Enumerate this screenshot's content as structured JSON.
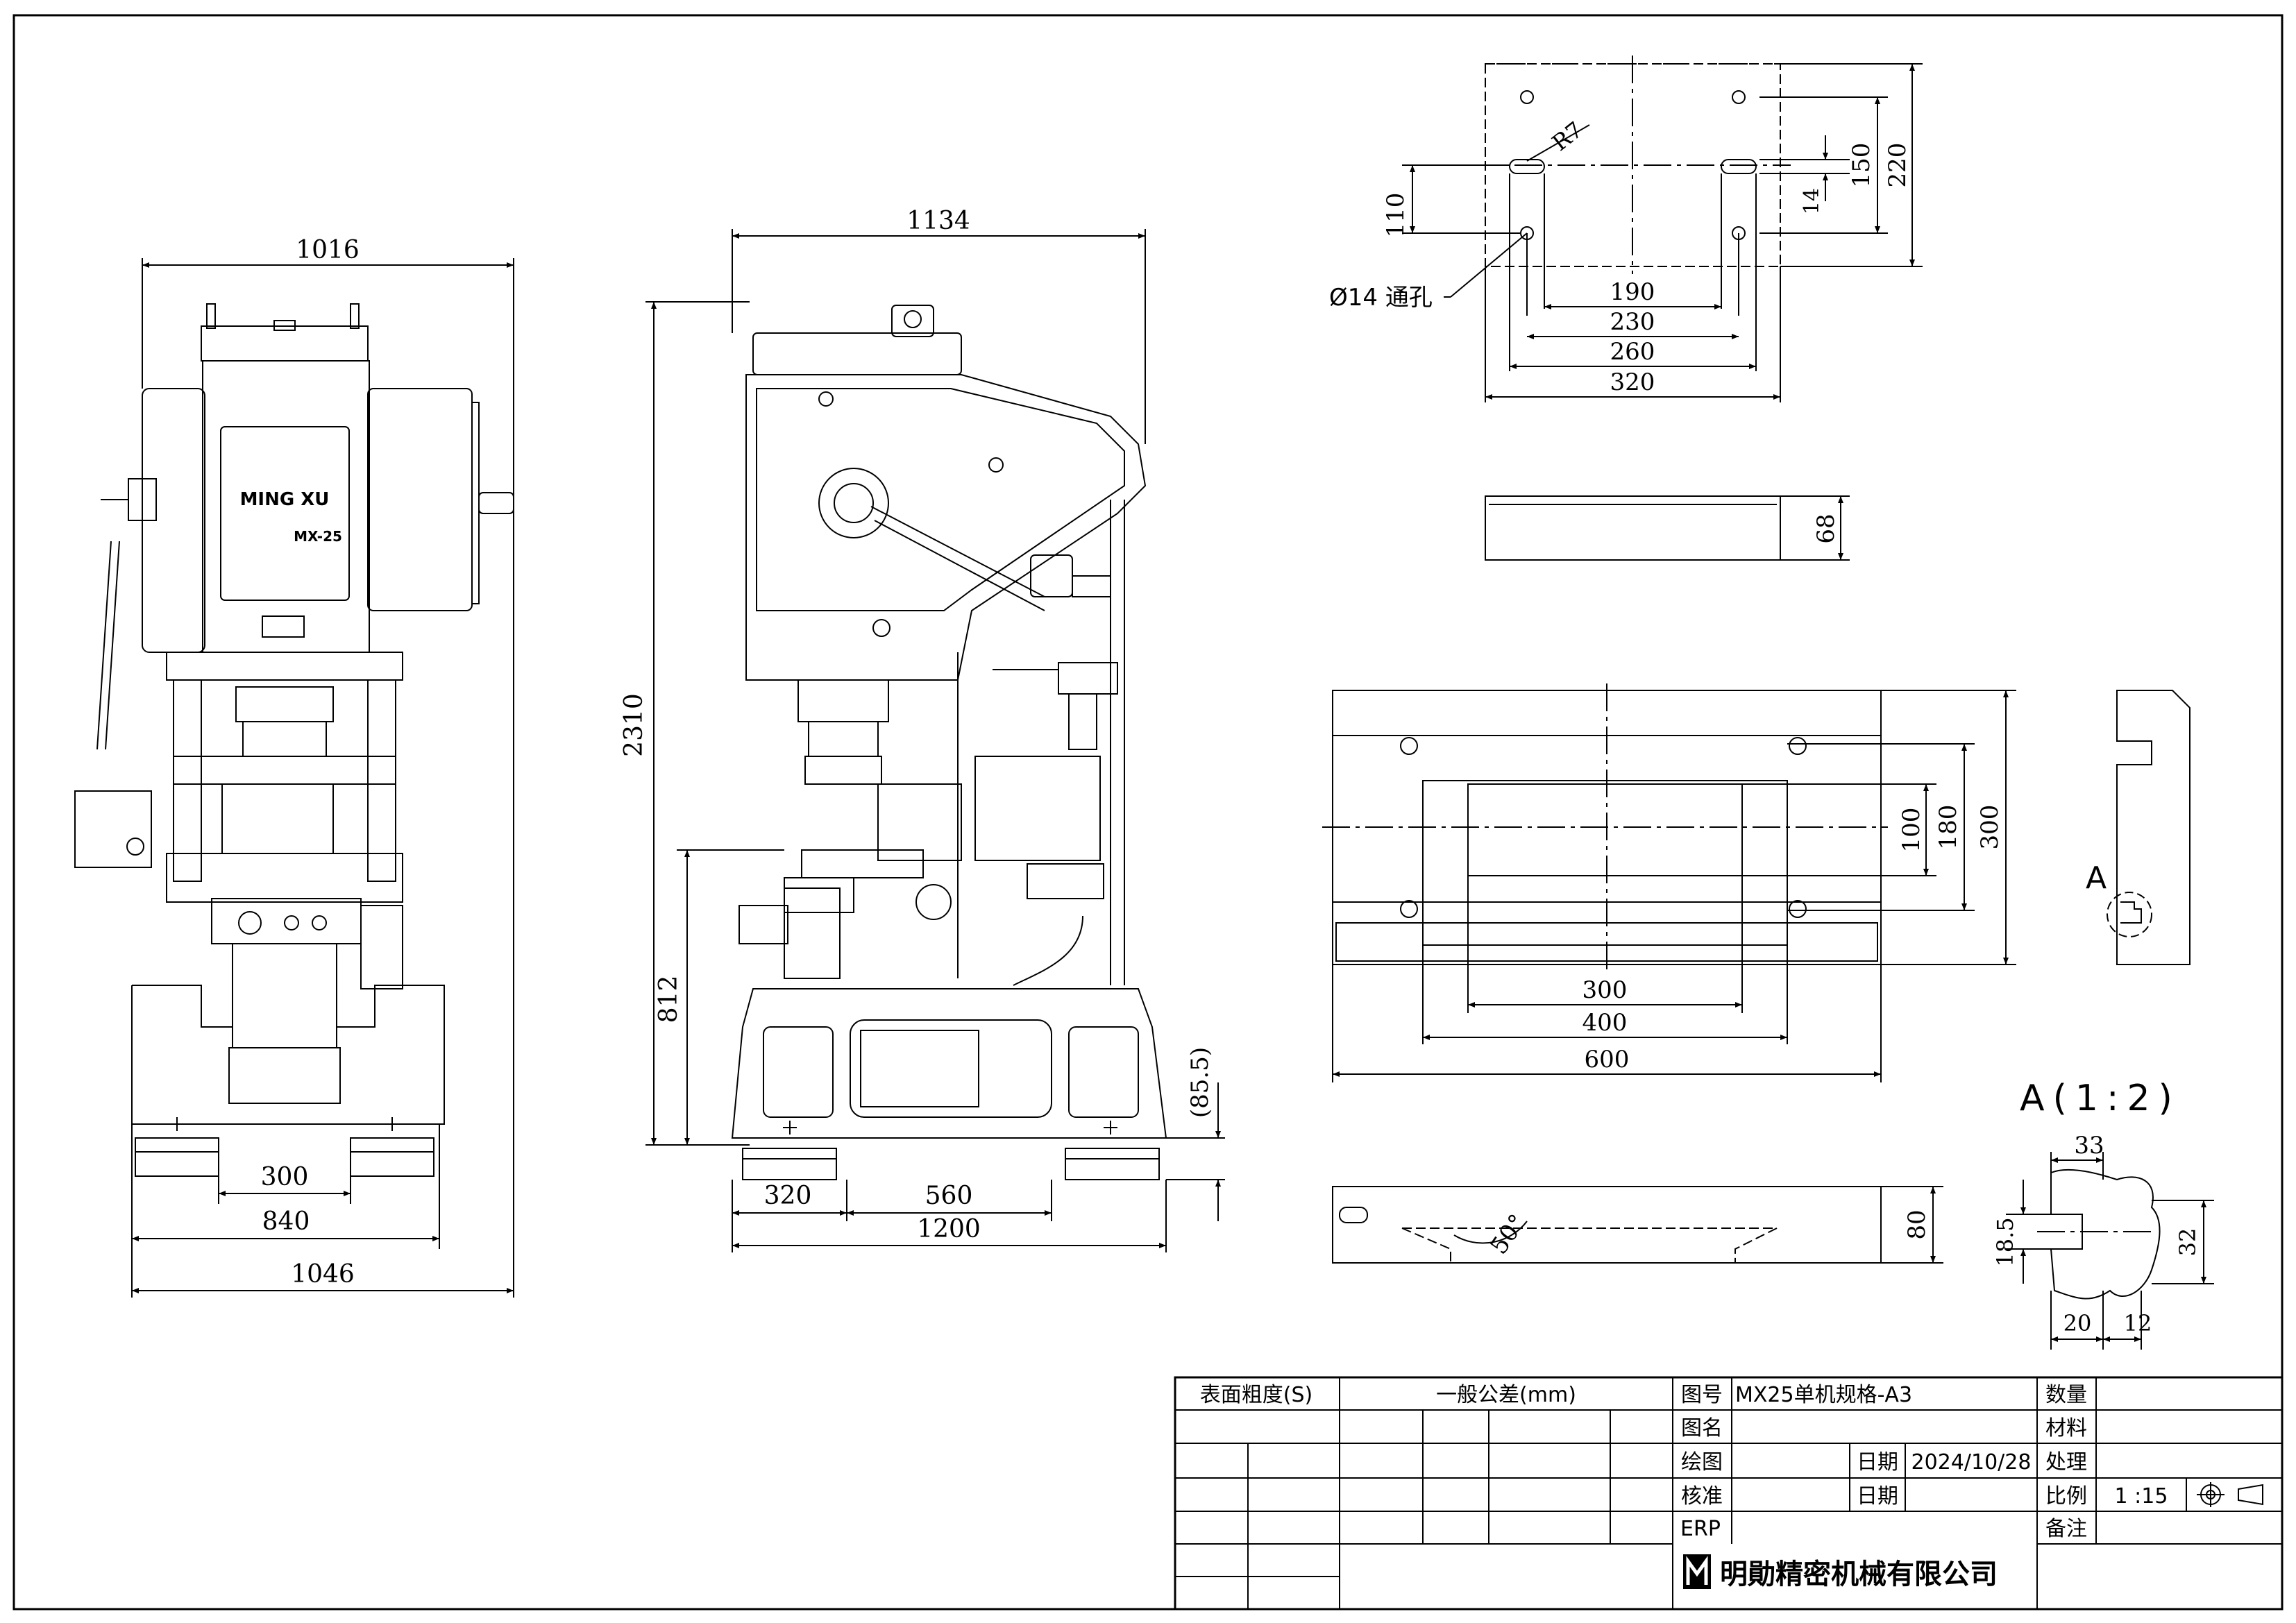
{
  "front_view": {
    "dims": {
      "overall_top": "1016",
      "base_inner": "300",
      "base_mid": "840",
      "base_total": "1046"
    },
    "nameplate": {
      "brand": "MING XU",
      "model": "MX-25"
    }
  },
  "side_view": {
    "dims": {
      "width_top": "1134",
      "height_total": "2310",
      "bed_height": "812",
      "foot_height": "(85.5)",
      "foot_left": "320",
      "foot_mid": "560",
      "base_total": "1200"
    }
  },
  "slide_plan": {
    "dims": {
      "h110": "110",
      "h150": "150",
      "h220": "220",
      "h14": "14",
      "r7": "R7",
      "w190": "190",
      "w230": "230",
      "w260": "260",
      "w320": "320",
      "hole": "Ø14 通孔"
    }
  },
  "slide_side": {
    "dims": {
      "h68": "68"
    }
  },
  "bolster_plan": {
    "dims": {
      "h100": "100",
      "h180": "180",
      "h300": "300",
      "w300": "300",
      "w400": "400",
      "w600": "600"
    }
  },
  "bolster_front": {
    "dims": {
      "h80": "80",
      "angle": "50°"
    }
  },
  "bolster_section": {
    "label": "A"
  },
  "detail_a": {
    "title": "A(1:2)",
    "dims": {
      "w33": "33",
      "h18": "18.5",
      "h32": "32",
      "w20": "20",
      "w12": "12"
    }
  },
  "title_block": {
    "surface": "表面粗度(S)",
    "tolerance": "一般公差(mm)",
    "drawing_no_label": "图号",
    "drawing_no": "MX25单机规格-A3",
    "name_label": "图名",
    "drawn_label": "绘图",
    "check_label": "核准",
    "erp_label": "ERP",
    "date_label": "日期",
    "date_value": "2024/10/28",
    "date_label2": "日期",
    "qty_label": "数量",
    "material_label": "材料",
    "process_label": "处理",
    "scale_label": "比例",
    "scale_value": "1 :15",
    "remark_label": "备注",
    "company": "明勛精密机械有限公司"
  }
}
